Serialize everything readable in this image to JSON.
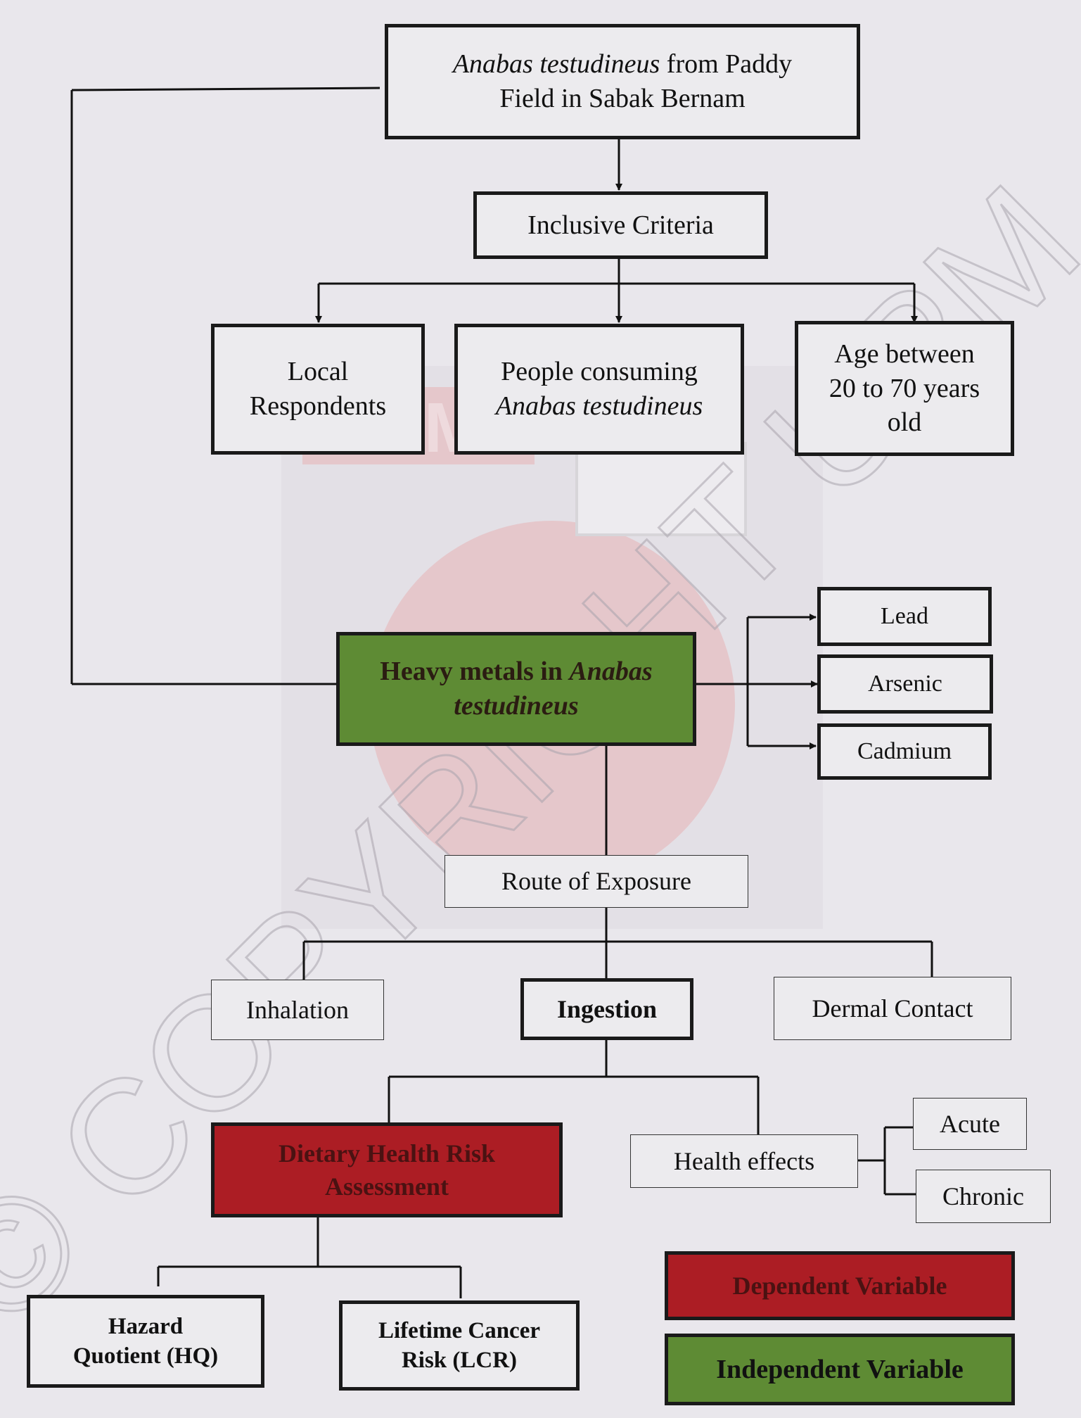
{
  "title_box": {
    "italic": "Anabas testudineus",
    "rest_line1": " from Paddy",
    "line2": "Field in Sabak Bernam"
  },
  "inclusive_criteria": "Inclusive Criteria",
  "criteria": {
    "local": [
      "Local",
      "Respondents"
    ],
    "people": {
      "line1": "People consuming",
      "line2_italic": "Anabas testudineus"
    },
    "age": [
      "Age between",
      "20 to 70 years",
      "old"
    ]
  },
  "heavy_metals": {
    "line1_plain": "Heavy metals in ",
    "line1_italic": "Anabas",
    "line2_italic": "testudineus"
  },
  "metals": [
    "Lead",
    "Arsenic",
    "Cadmium"
  ],
  "route_of_exposure": "Route of Exposure",
  "routes": {
    "inhalation": "Inhalation",
    "ingestion": "Ingestion",
    "dermal": "Dermal Contact"
  },
  "dietary": [
    "Dietary Health Risk",
    "Assessment"
  ],
  "health_effects": "Health effects",
  "effects": [
    "Acute",
    "Chronic"
  ],
  "hazard": [
    "Hazard",
    "Quotient (HQ)"
  ],
  "lcr": [
    "Lifetime Cancer",
    "Risk (LCR)"
  ],
  "legend": {
    "dependent": "Dependent Variable",
    "independent": "Independent Variable"
  },
  "colors": {
    "independent": "#5e8b34",
    "dependent": "#ac1d24"
  },
  "watermark": {
    "copyright": "© COPYRIGHT UPM",
    "logo_text": "UPM"
  }
}
